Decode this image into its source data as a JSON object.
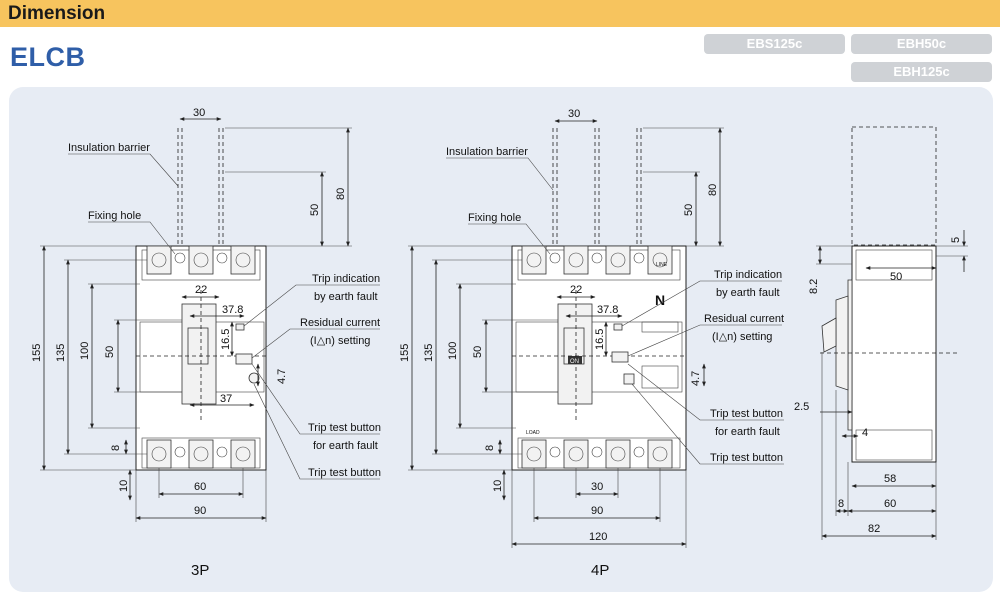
{
  "header": {
    "title": "Dimension"
  },
  "page_title": "ELCB",
  "models": [
    "EBS125c",
    "EBH50c",
    "EBH125c"
  ],
  "view_3p": {
    "caption": "3P",
    "labels": {
      "insulation_barrier": "Insulation barrier",
      "fixing_hole": "Fixing hole",
      "trip_indication_1": "Trip indication",
      "trip_indication_2": "by earth fault",
      "residual_current_1": "Residual current",
      "residual_current_2": "(I△n) setting",
      "trip_test_earth_1": "Trip test button",
      "trip_test_earth_2": "for earth fault",
      "trip_test": "Trip test button"
    },
    "dims": {
      "pitch_top": "30",
      "h80": "80",
      "h50_top": "50",
      "h155": "155",
      "h135": "135",
      "h100": "100",
      "h50": "50",
      "w22": "22",
      "w37_8": "37.8",
      "h16_5": "16.5",
      "h4_7": "4.7",
      "w37": "37",
      "h8": "8",
      "h10": "10",
      "w60": "60",
      "w90": "90"
    }
  },
  "view_4p": {
    "caption": "4P",
    "labels": {
      "insulation_barrier": "Insulation barrier",
      "fixing_hole": "Fixing hole",
      "trip_indication_1": "Trip indication",
      "trip_indication_2": "by earth fault",
      "residual_current_1": "Residual current",
      "residual_current_2": "(I△n) setting",
      "trip_test_earth_1": "Trip test button",
      "trip_test_earth_2": "for earth fault",
      "trip_test": "Trip test button",
      "neutral_mark": "N",
      "on_mark": "ON",
      "load_mark": "LOAD",
      "line_mark": "LINE"
    },
    "dims": {
      "pitch_top": "30",
      "h80": "80",
      "h50_top": "50",
      "h155": "155",
      "h135": "135",
      "h100": "100",
      "h50": "50",
      "w22": "22",
      "w37_8": "37.8",
      "h16_5": "16.5",
      "h4_7": "4.7",
      "h8": "8",
      "h10": "10",
      "w30": "30",
      "w90": "90",
      "w120": "120"
    }
  },
  "view_side": {
    "dims": {
      "h5": "5",
      "w50": "50",
      "h8_2": "8.2",
      "w2_5": "2.5",
      "w4": "4",
      "w58": "58",
      "w8": "8",
      "w60": "60",
      "w82": "82"
    }
  }
}
